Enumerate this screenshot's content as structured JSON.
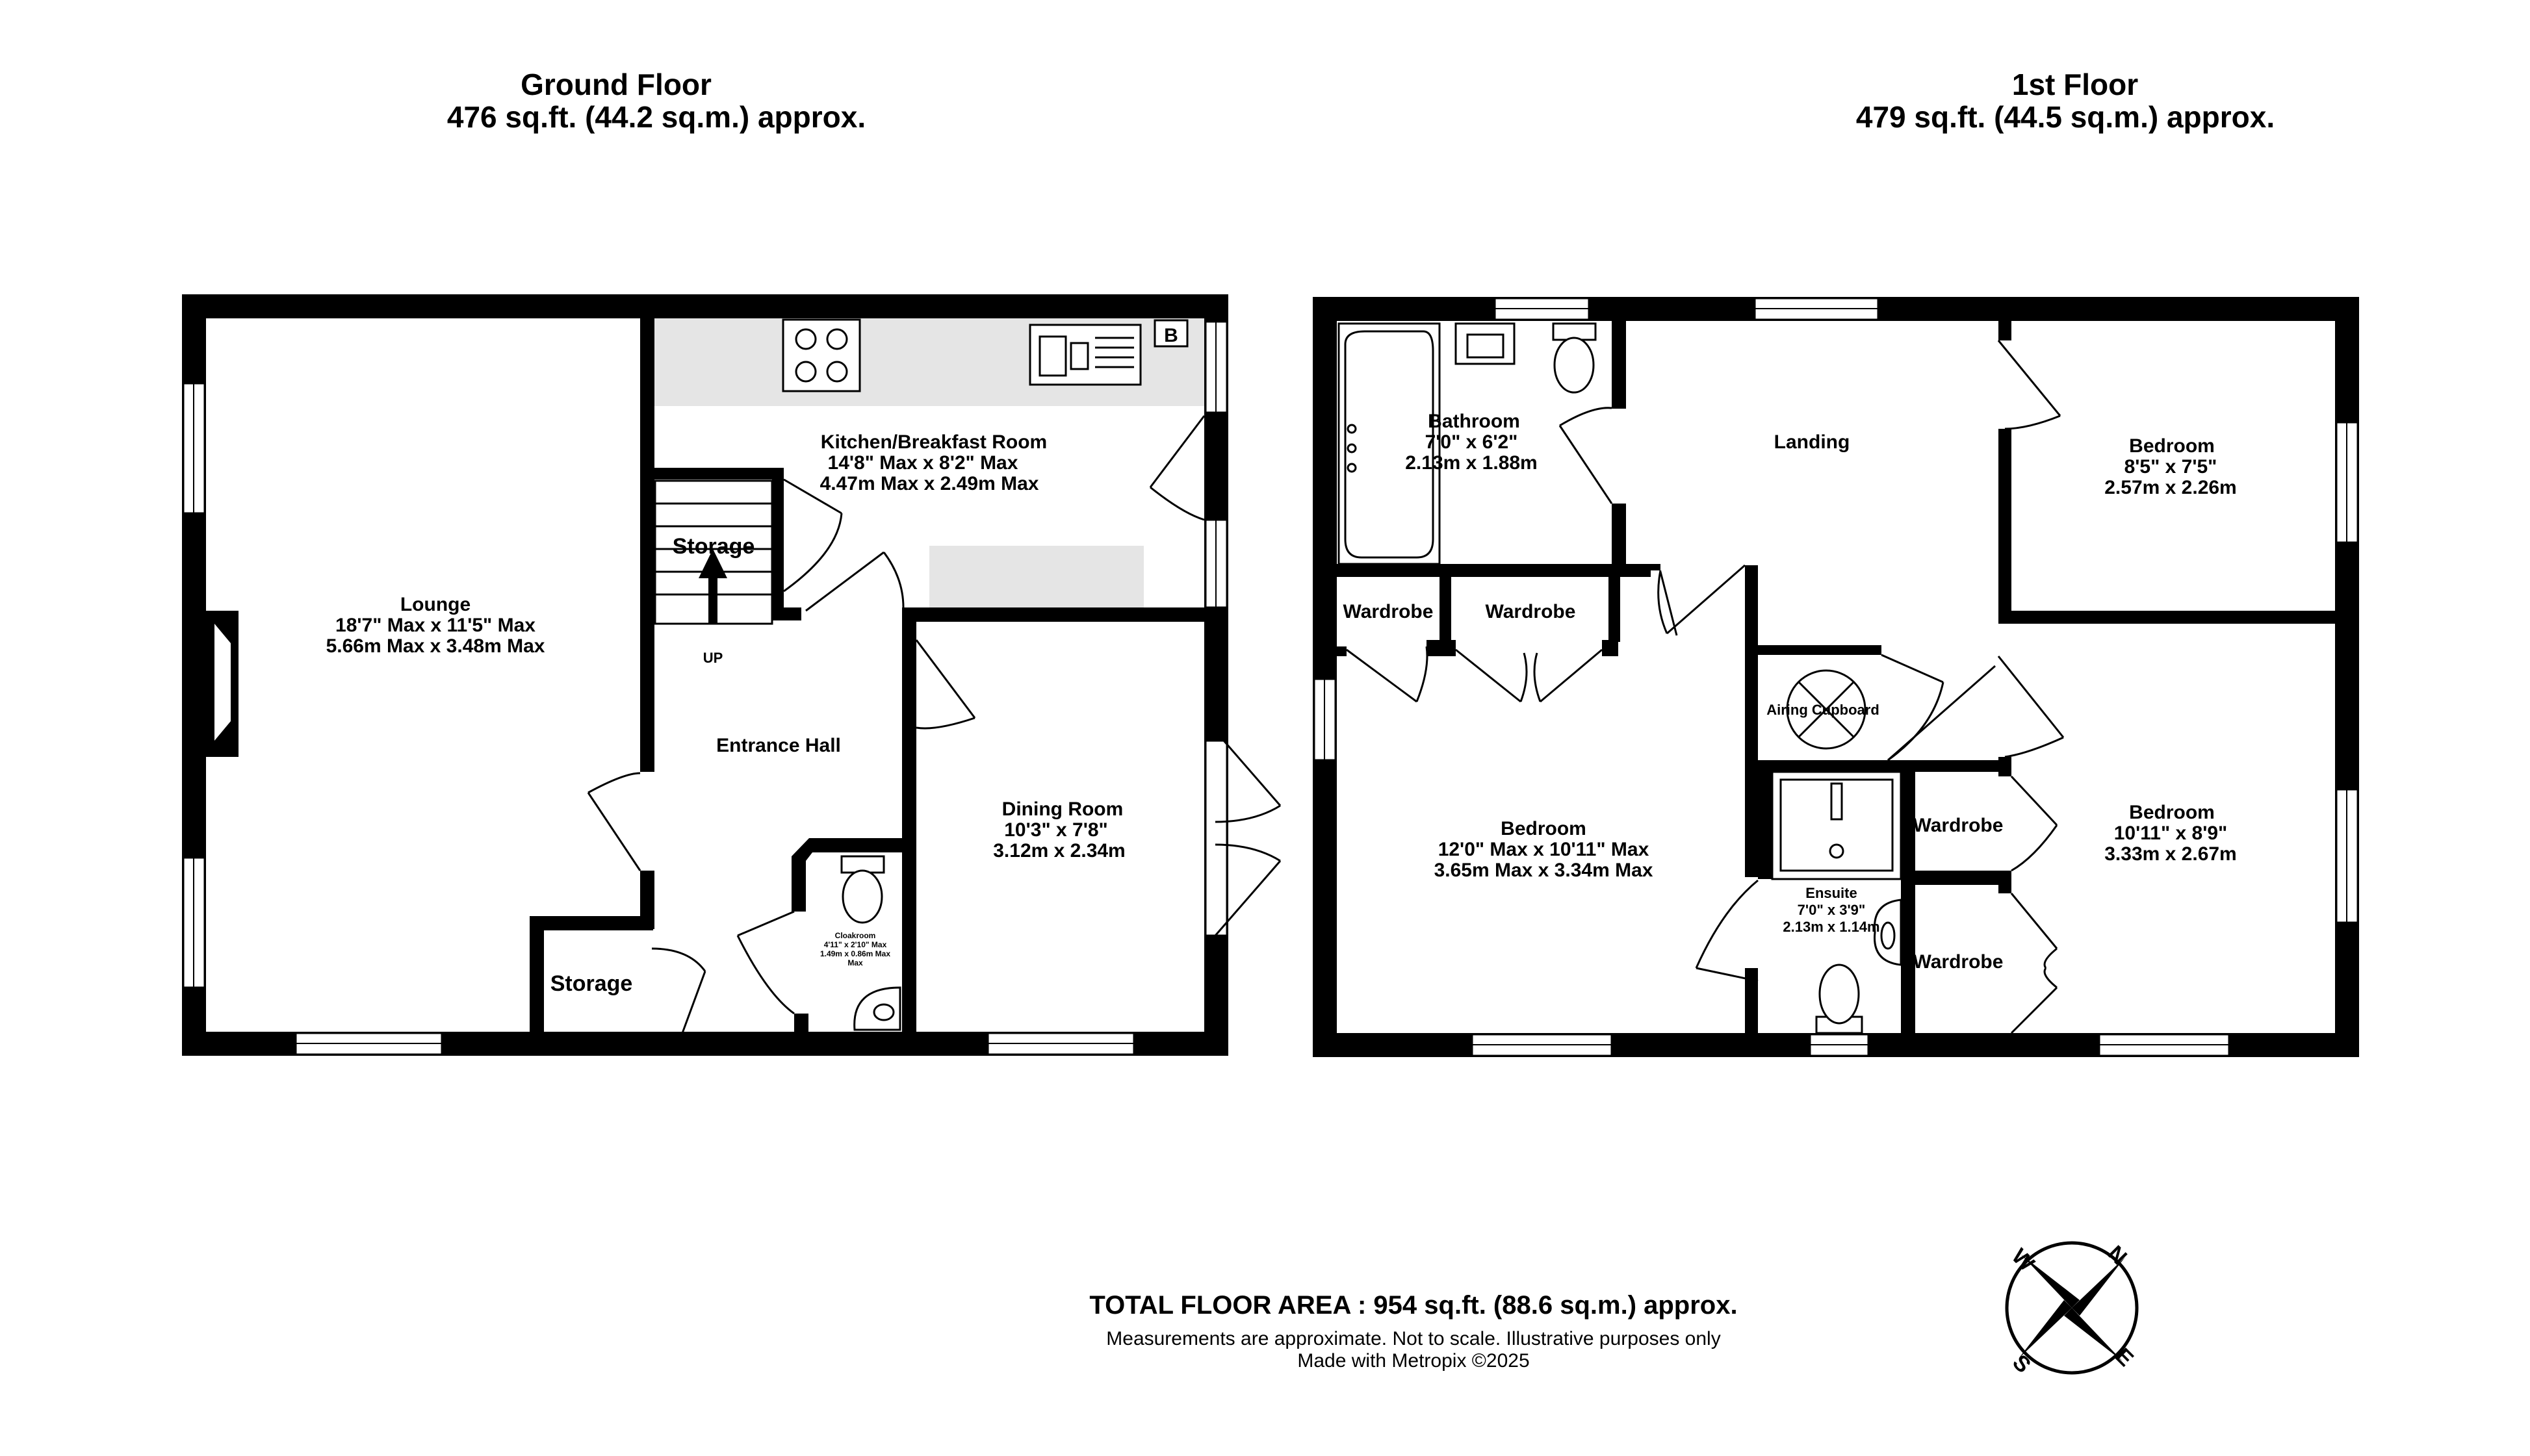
{
  "ground_floor": {
    "title": "Ground Floor",
    "area": "476 sq.ft. (44.2 sq.m.) approx.",
    "rooms": {
      "lounge": {
        "name": "Lounge",
        "imperial": "18'7\" Max x 11'5\" Max",
        "metric": "5.66m Max x 3.48m Max"
      },
      "kitchen": {
        "name": "Kitchen/Breakfast Room",
        "imperial": "14'8\" Max x 8'2\" Max",
        "metric": "4.47m Max x 2.49m Max"
      },
      "dining": {
        "name": "Dining Room",
        "imperial": "10'3\"  x 7'8\"",
        "metric": "3.12m  x 2.34m"
      },
      "cloakroom": {
        "name": "Cloakroom",
        "imperial": "4'11\"  x 2'10\" Max",
        "metric": "1.49m  x 0.86m Max",
        "extra": "Max"
      },
      "entrance_hall": {
        "name": "Entrance Hall"
      },
      "storage_stairs": {
        "name": "Storage"
      },
      "storage_small": {
        "name": "Storage"
      },
      "up_label": "UP",
      "boiler": "B"
    }
  },
  "first_floor": {
    "title": "1st Floor",
    "area": "479 sq.ft. (44.5 sq.m.) approx.",
    "rooms": {
      "bathroom": {
        "name": "Bathroom",
        "imperial": "7'0\"  x 6'2\"",
        "metric": "2.13m  x 1.88m"
      },
      "landing": {
        "name": "Landing"
      },
      "bedroom_ne": {
        "name": "Bedroom",
        "imperial": "8'5\"  x 7'5\"",
        "metric": "2.57m  x 2.26m"
      },
      "bedroom_main": {
        "name": "Bedroom",
        "imperial": "12'0\" Max x 10'11\" Max",
        "metric": "3.65m Max x 3.34m Max"
      },
      "bedroom_se": {
        "name": "Bedroom",
        "imperial": "10'11\"  x 8'9\"",
        "metric": "3.33m  x 2.67m"
      },
      "ensuite": {
        "name": "Ensuite",
        "imperial": "7'0\"  x 3'9\"",
        "metric": "2.13m  x 1.14m"
      },
      "airing": {
        "name": "Airing Cupboard"
      },
      "wardrobe_1": {
        "name": "Wardrobe"
      },
      "wardrobe_2": {
        "name": "Wardrobe"
      },
      "wardrobe_3": {
        "name": "Wardrobe"
      },
      "wardrobe_4": {
        "name": "Wardrobe"
      }
    }
  },
  "footer": {
    "total": "TOTAL FLOOR AREA : 954 sq.ft. (88.6 sq.m.) approx.",
    "disclaimer": "Measurements are approximate.  Not to scale.  Illustrative purposes only",
    "credit": "Made with Metropix ©2025"
  },
  "compass": {
    "n": "N",
    "e": "E",
    "s": "S",
    "w": "W"
  },
  "colors": {
    "wall": "#000000",
    "worktop": "#e5e5e5",
    "background": "#ffffff"
  }
}
